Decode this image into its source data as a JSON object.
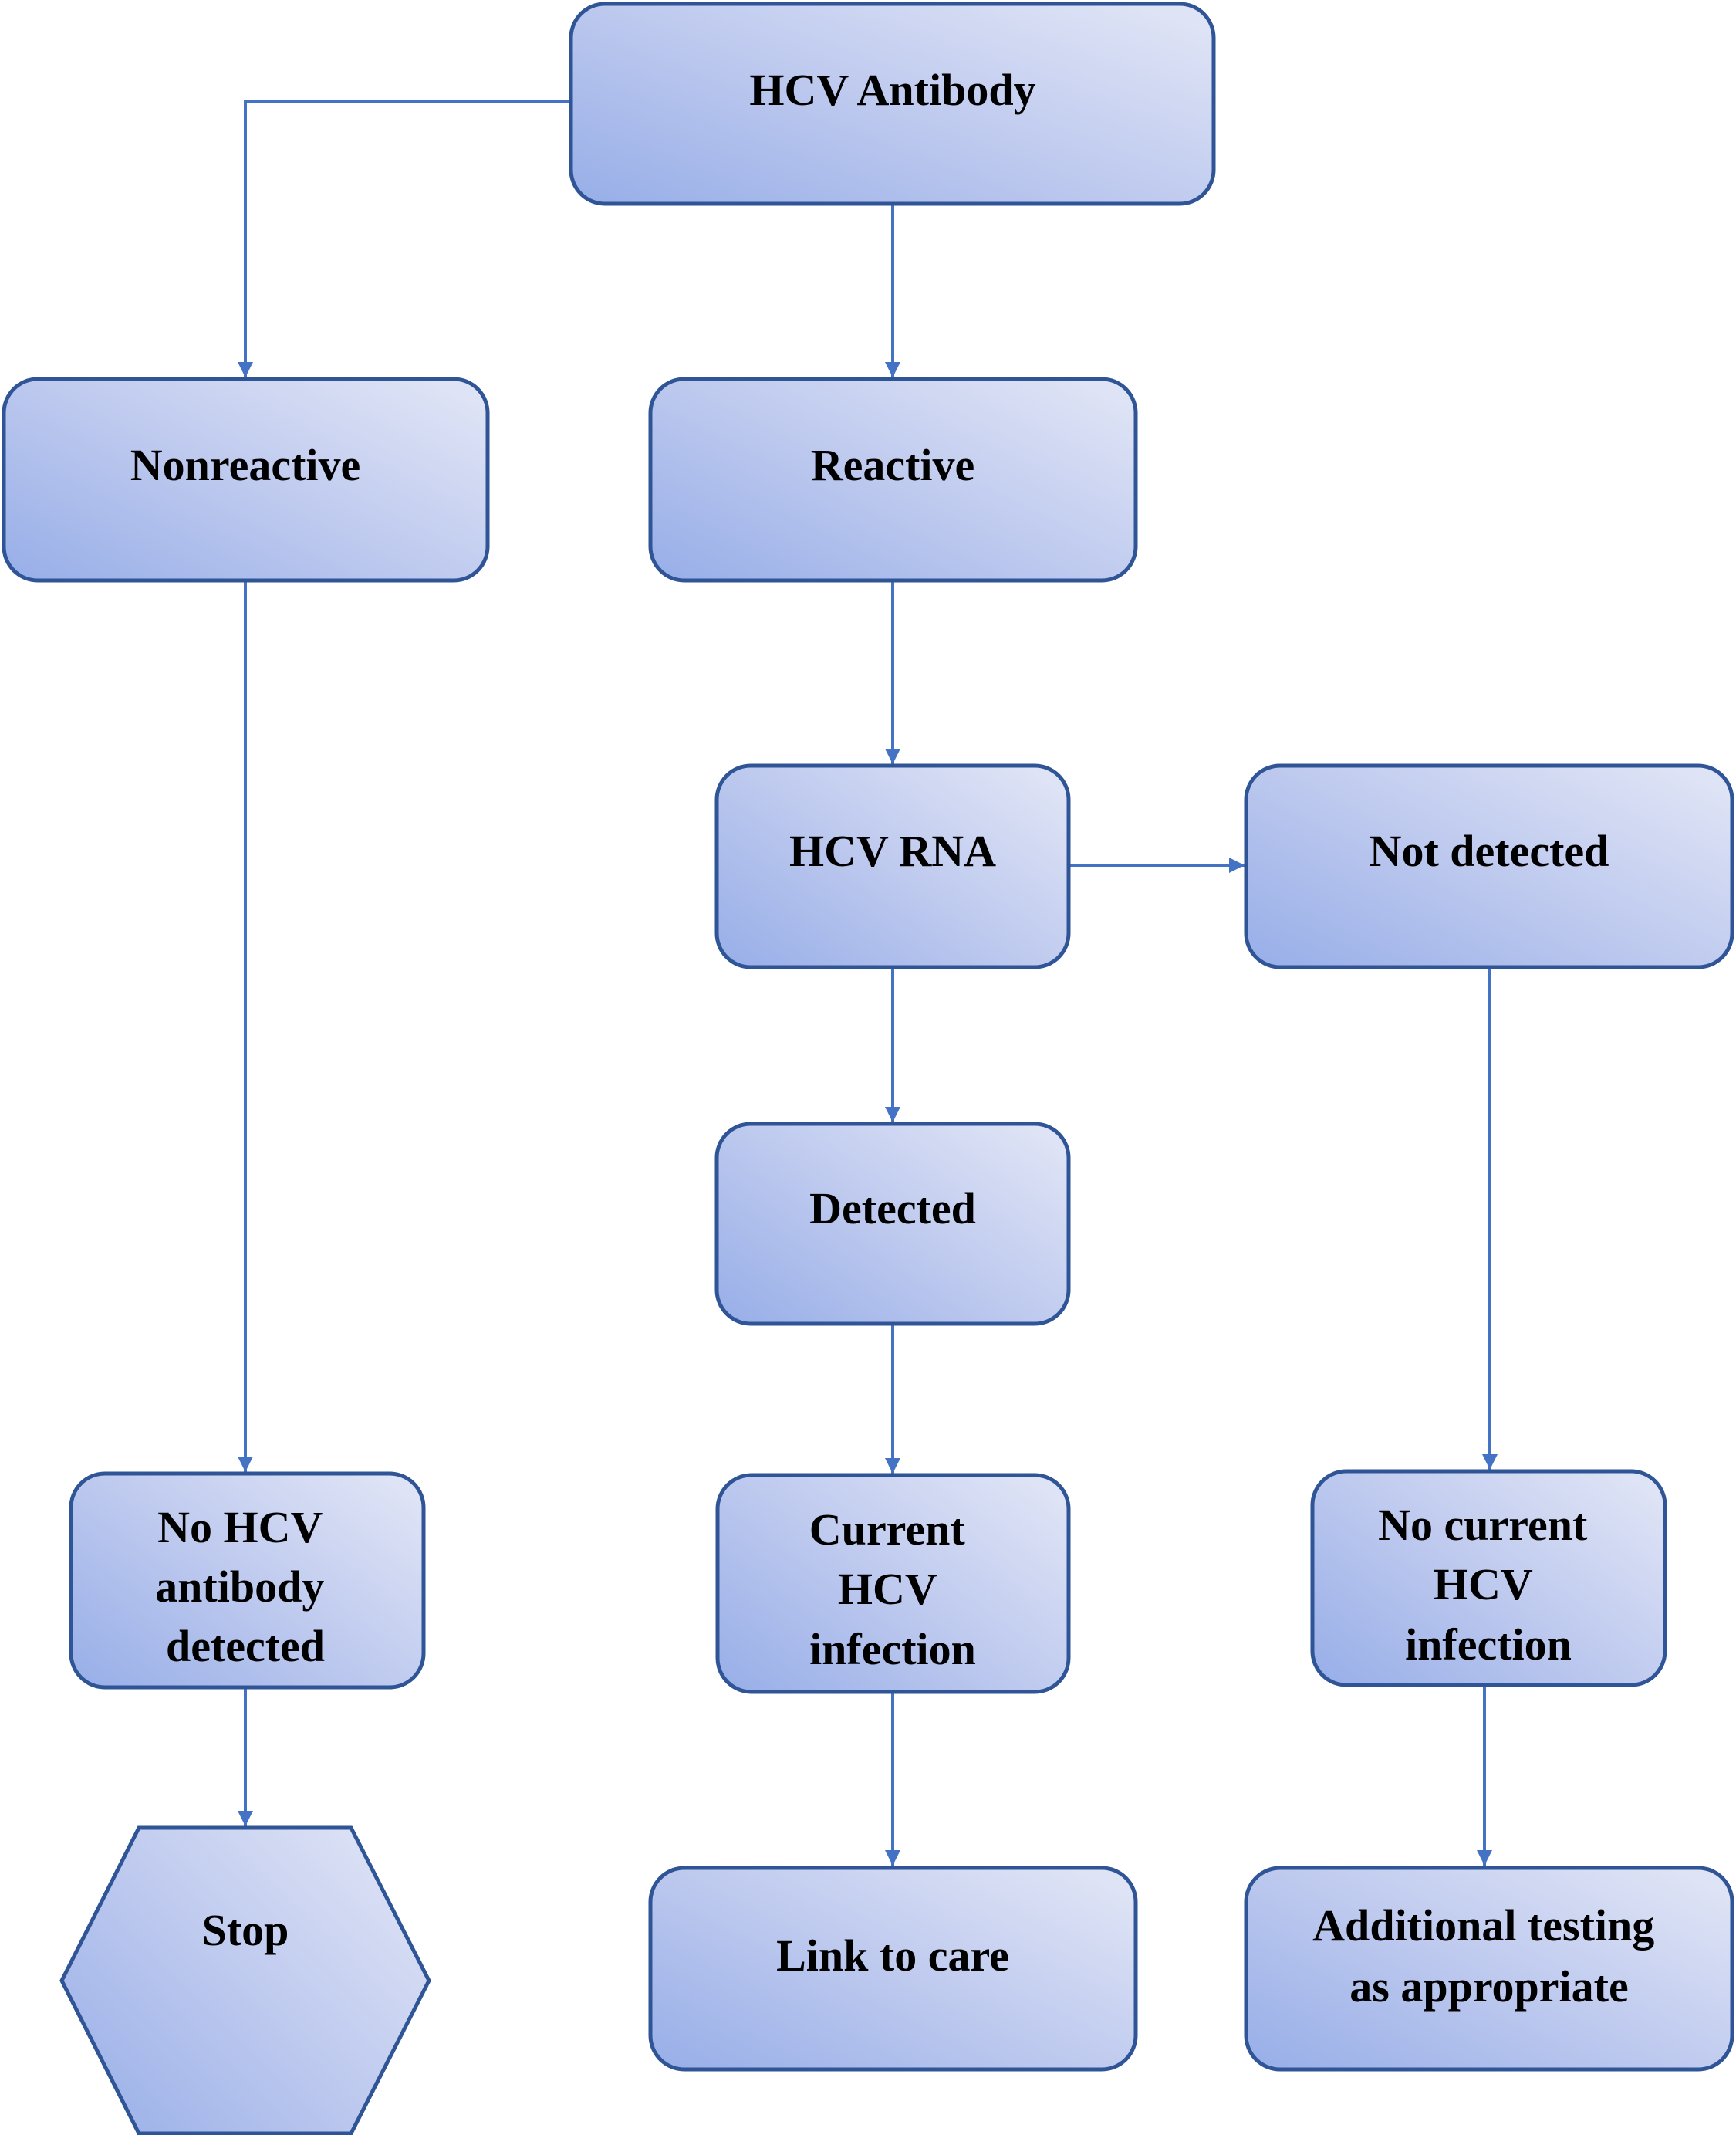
{
  "title": "HCV testing flowchart",
  "colors": {
    "connector": "#4472C4",
    "node_border": "#2F5597",
    "gradient_dark": "#97AEE8",
    "gradient_light": "#DEE3F5",
    "text": "#000000"
  },
  "nodes": {
    "hcv_antibody": {
      "lines": [
        "HCV Antibody"
      ]
    },
    "nonreactive": {
      "lines": [
        "Nonreactive"
      ]
    },
    "reactive": {
      "lines": [
        "Reactive"
      ]
    },
    "hcv_rna": {
      "lines": [
        "HCV RNA"
      ]
    },
    "not_detected": {
      "lines": [
        "Not detected"
      ]
    },
    "detected": {
      "lines": [
        "Detected"
      ]
    },
    "no_hcv_antibody_detected": {
      "lines": [
        "No HCV",
        "antibody",
        "detected"
      ]
    },
    "current_hcv_infection": {
      "lines": [
        "Current",
        "HCV",
        "infection"
      ]
    },
    "no_current_hcv_infection": {
      "lines": [
        "No current",
        "HCV",
        "infection"
      ]
    },
    "stop": {
      "lines": [
        "Stop"
      ]
    },
    "link_to_care": {
      "lines": [
        "Link to care"
      ]
    },
    "additional_testing": {
      "lines": [
        "Additional testing",
        "as appropriate"
      ]
    }
  },
  "edges": [
    {
      "from": "hcv_antibody",
      "to": "nonreactive"
    },
    {
      "from": "hcv_antibody",
      "to": "reactive"
    },
    {
      "from": "reactive",
      "to": "hcv_rna"
    },
    {
      "from": "hcv_rna",
      "to": "not_detected"
    },
    {
      "from": "hcv_rna",
      "to": "detected"
    },
    {
      "from": "nonreactive",
      "to": "no_hcv_antibody_detected"
    },
    {
      "from": "detected",
      "to": "current_hcv_infection"
    },
    {
      "from": "not_detected",
      "to": "no_current_hcv_infection"
    },
    {
      "from": "no_hcv_antibody_detected",
      "to": "stop"
    },
    {
      "from": "current_hcv_infection",
      "to": "link_to_care"
    },
    {
      "from": "no_current_hcv_infection",
      "to": "additional_testing"
    }
  ]
}
